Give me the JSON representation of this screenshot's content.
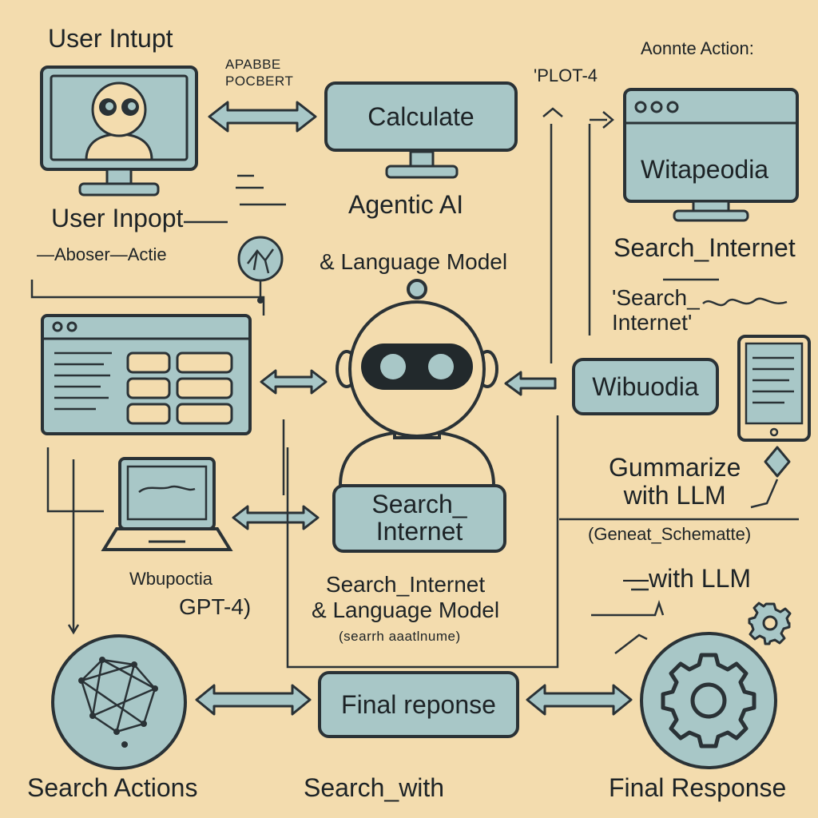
{
  "colors": {
    "background": "#f3dcae",
    "box_fill": "#a8c7c7",
    "stroke": "#2a3236"
  },
  "labels": {
    "user_intupt": "User Intupt",
    "apable_pocent": "APABBE\nPOCBERT",
    "plot": "'PLOT-4",
    "annite_action": "Aonnte Action:",
    "agentic_ai": "Agentic AI",
    "language_model": "& Language Model",
    "user_inpopt": "User Inpopt",
    "aboser_actie": "—Aboser—Actie",
    "search_internet_right": "Search_Internet",
    "search_internet_quote": "'Search_\nInternet'",
    "gummarize": "Gummarize\nwith LLM",
    "geneat_schematte": "(Geneat_Schematte)",
    "with_llm": "—with LLM",
    "wbupoctia": "Wbupoctia",
    "gpt4": "GPT-4)",
    "search_internet_center": "Search_Internet\n& Language Model",
    "search_internet_center_sub": "(searrh aaatlnume)",
    "search_actions": "Search Actions",
    "search_with": "Search_with",
    "final_response_bottom": "Final Response"
  },
  "boxes": {
    "calculate": "Calculate",
    "witapeodia": "Witapeodia",
    "wibuodia": "Wibuodia",
    "search_internet_box": "Search_\nInternet",
    "final_reponse": "Final reponse"
  },
  "icons": [
    "user-monitor-icon",
    "calculate-monitor-icon",
    "browser-monitor-icon",
    "robot-icon",
    "app-window-icon",
    "laptop-icon",
    "tablet-icon",
    "network-icon",
    "gear-icon",
    "small-gear-icon",
    "graph-node-icon"
  ]
}
